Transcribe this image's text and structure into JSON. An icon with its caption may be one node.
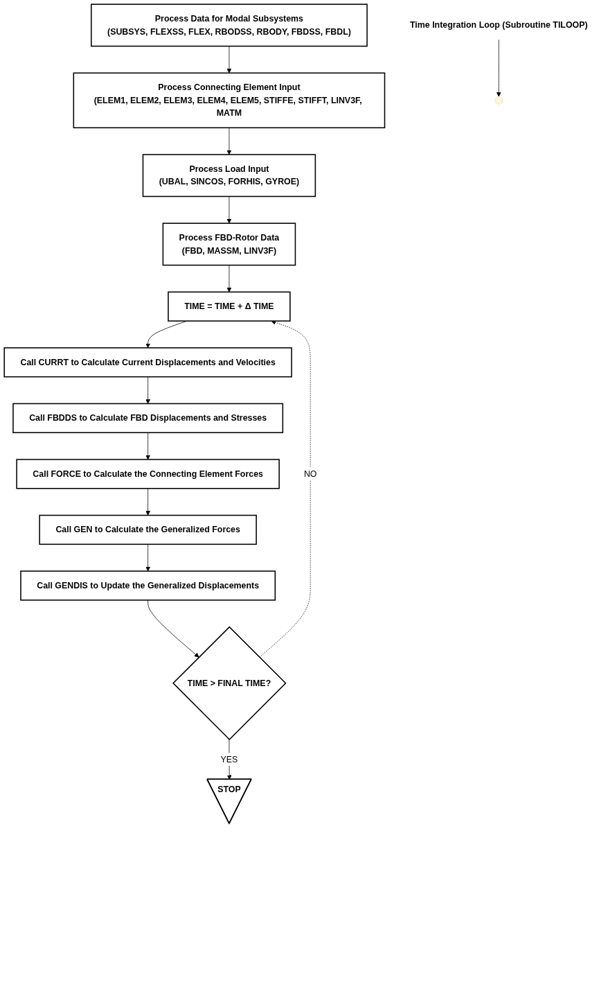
{
  "diagram": {
    "nodes": [
      {
        "text": [
          "Process Data for Modal Subsystems",
          "(SUBSYS, FLEXSS, FLEX, RBODSS, RBODY, FBDSS, FBDL)"
        ]
      },
      {
        "text": [
          "Process Connecting Element Input",
          "(ELEM1, ELEM2, ELEM3, ELEM4, ELEM5, STIFFE, STIFFT, LINV3F, MATM"
        ]
      },
      {
        "text": [
          "Process Load Input",
          "(UBAL, SINCOS, FORHIS, GYROE)"
        ]
      },
      {
        "text": [
          "Process FBD-Rotor Data",
          "(FBD, MASSM, LINV3F)"
        ]
      },
      {
        "text": [
          "TIME = TIME + Δ TIME"
        ]
      },
      {
        "text": [
          "Call CURRT to Calculate Current Displacements and Velocities"
        ]
      },
      {
        "text": [
          "Call FBDDS to Calculate FBD Displacements and Stresses"
        ]
      },
      {
        "text": [
          "Call FORCE to Calculate the Connecting Element Forces"
        ]
      },
      {
        "text": [
          "Call GEN to Calculate the Generalized Forces"
        ]
      },
      {
        "text": [
          "Call GENDIS to Update the Generalized Displacements"
        ]
      },
      {
        "text": [
          "TIME > FINAL TIME?"
        ]
      },
      {
        "text": [
          "STOP"
        ]
      },
      {
        "text": [
          "Time Integration Loop (Subroutine TILOOP)"
        ]
      }
    ],
    "edges": [
      {
        "from": 0,
        "to": 1,
        "arrow": "to"
      },
      {
        "from": 1,
        "to": 2,
        "arrow": "to"
      },
      {
        "from": 2,
        "to": 3,
        "arrow": "to"
      },
      {
        "from": 3,
        "to": 4,
        "arrow": "to"
      },
      {
        "from": 4,
        "to": 5,
        "arrow": "to"
      },
      {
        "from": 5,
        "to": 6,
        "arrow": "to"
      },
      {
        "from": 6,
        "to": 7,
        "arrow": "to"
      },
      {
        "from": 7,
        "to": 8,
        "arrow": "to"
      },
      {
        "from": 8,
        "to": 9,
        "arrow": "to"
      },
      {
        "from": 9,
        "to": 10,
        "arrow": "to"
      },
      {
        "from": 10,
        "to": 4,
        "label": "NO",
        "arrow": "to",
        "style": "dashed"
      },
      {
        "from": 10,
        "to": 11,
        "label": "YES",
        "arrow": "to"
      },
      {
        "from": 12,
        "to": null,
        "arrow": "to"
      }
    ]
  }
}
